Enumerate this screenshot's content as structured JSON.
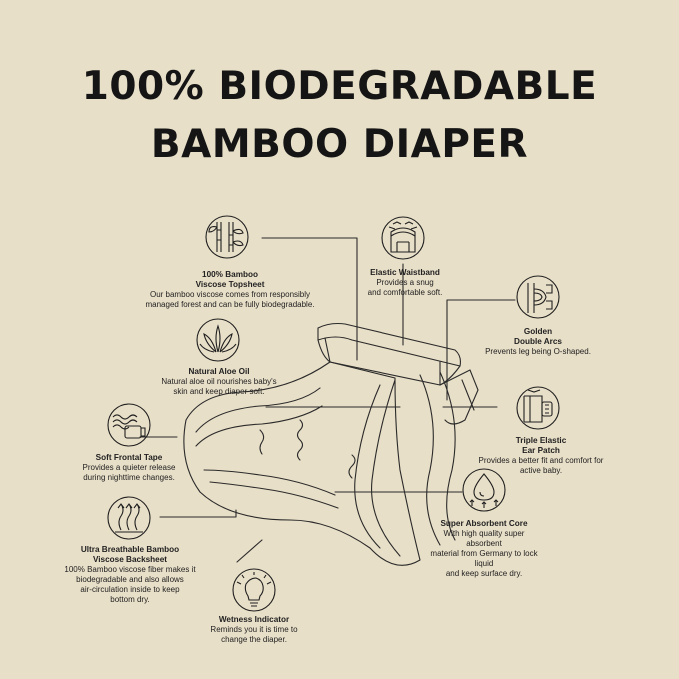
{
  "title": {
    "line1": "100% BIODEGRADABLE",
    "line2": "BAMBOO DIAPER"
  },
  "features": [
    {
      "id": "bamboo-topsheet",
      "icon": "bamboo-icon",
      "name_lines": [
        "100% Bamboo",
        "Viscose Topsheet"
      ],
      "desc_lines": [
        "Our bamboo viscose comes from responsibly",
        "managed forest and can be fully biodegradable."
      ]
    },
    {
      "id": "aloe-oil",
      "icon": "aloe-leaf-icon",
      "name_lines": [
        "Natural Aloe Oil"
      ],
      "desc_lines": [
        "Natural aloe oil nourishes baby's",
        "skin and keep diaper soft."
      ]
    },
    {
      "id": "frontal-tape",
      "icon": "frontal-tape-icon",
      "name_lines": [
        "Soft Frontal Tape"
      ],
      "desc_lines": [
        "Provides a quieter release",
        "during nighttime changes."
      ]
    },
    {
      "id": "backsheet",
      "icon": "breathable-arrows-icon",
      "name_lines": [
        "Ultra Breathable Bamboo",
        "Viscose Backsheet"
      ],
      "desc_lines": [
        "100% Bamboo viscose fiber makes it",
        "biodegradable and also allows",
        "air-circulation inside to keep",
        "bottom dry."
      ]
    },
    {
      "id": "wetness-indicator",
      "icon": "lightbulb-icon",
      "name_lines": [
        "Wetness Indicator"
      ],
      "desc_lines": [
        "Reminds you it is time to",
        "change the diaper."
      ]
    },
    {
      "id": "waistband",
      "icon": "elastic-waistband-icon",
      "name_lines": [
        "Elastic Waistband"
      ],
      "desc_lines": [
        "Provides a snug",
        "and comfortable soft."
      ]
    },
    {
      "id": "double-arcs",
      "icon": "double-arcs-icon",
      "name_lines": [
        "Golden",
        "Double Arcs"
      ],
      "desc_lines": [
        "Prevents leg being O-shaped."
      ]
    },
    {
      "id": "ear-patch",
      "icon": "ear-patch-icon",
      "name_lines": [
        "Triple Elastic",
        "Ear Patch"
      ],
      "desc_lines": [
        "Provides a better fit and comfort for",
        "active baby."
      ]
    },
    {
      "id": "absorbent-core",
      "icon": "water-drop-icon",
      "name_lines": [
        "Super Absorbent Core"
      ],
      "desc_lines": [
        "With high quality super absorbent",
        "material from Germany to lock liquid",
        "and keep surface dry."
      ]
    }
  ],
  "colors": {
    "background": "#e8dfc8",
    "ink": "#1c1c1c"
  }
}
